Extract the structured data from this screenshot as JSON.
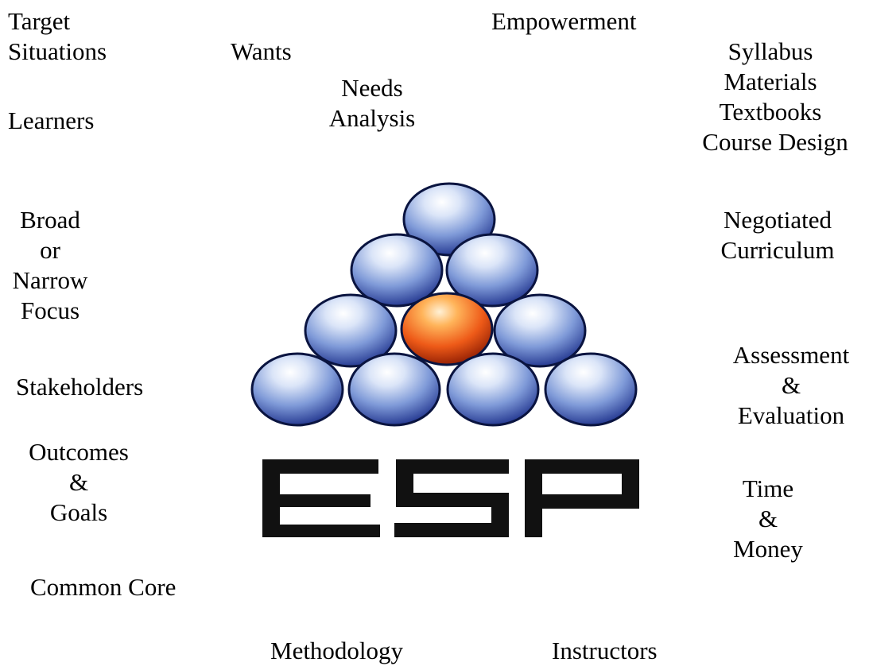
{
  "terms": {
    "target_situations": [
      "Target",
      "Situations"
    ],
    "empowerment": [
      "Empowerment"
    ],
    "wants": [
      "Wants"
    ],
    "needs_analysis": [
      "Needs",
      "Analysis"
    ],
    "syllabus_group": [
      "Syllabus",
      "Materials",
      "Textbooks",
      "Course Design"
    ],
    "learners": [
      "Learners"
    ],
    "focus": [
      "Broad",
      "or",
      "Narrow",
      "Focus"
    ],
    "negotiated_curriculum": [
      "Negotiated",
      "Curriculum"
    ],
    "stakeholders": [
      "Stakeholders"
    ],
    "assessment": [
      "Assessment",
      "&",
      "Evaluation"
    ],
    "outcomes": [
      "Outcomes",
      "&",
      "Goals"
    ],
    "time_money": [
      "Time",
      "&",
      "Money"
    ],
    "common_core": [
      "Common Core"
    ],
    "methodology": [
      "Methodology"
    ],
    "instructors": [
      "Instructors"
    ]
  },
  "logo": {
    "text": "ESP",
    "ball_color": "#6f8fd0",
    "highlight_ball_color": "#e8501a",
    "text_color": "#111111"
  }
}
